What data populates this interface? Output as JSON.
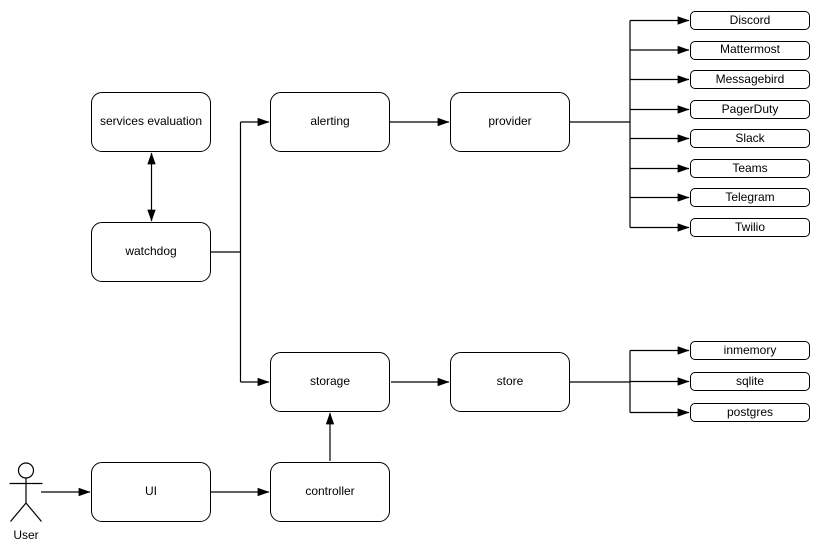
{
  "diagram": {
    "nodes": {
      "services_evaluation": {
        "label": "services evaluation"
      },
      "watchdog": {
        "label": "watchdog"
      },
      "alerting": {
        "label": "alerting"
      },
      "provider": {
        "label": "provider"
      },
      "storage": {
        "label": "storage"
      },
      "store": {
        "label": "store"
      },
      "ui": {
        "label": "UI"
      },
      "controller": {
        "label": "controller"
      }
    },
    "providers": [
      "Discord",
      "Mattermost",
      "Messagebird",
      "PagerDuty",
      "Slack",
      "Teams",
      "Telegram",
      "Twilio"
    ],
    "stores": [
      "inmemory",
      "sqlite",
      "postgres"
    ],
    "actor": {
      "label": "User"
    },
    "colors": {
      "stroke": "#000000",
      "node_fill": "#ffffff",
      "text": "#000000",
      "background": "#ffffff"
    }
  }
}
